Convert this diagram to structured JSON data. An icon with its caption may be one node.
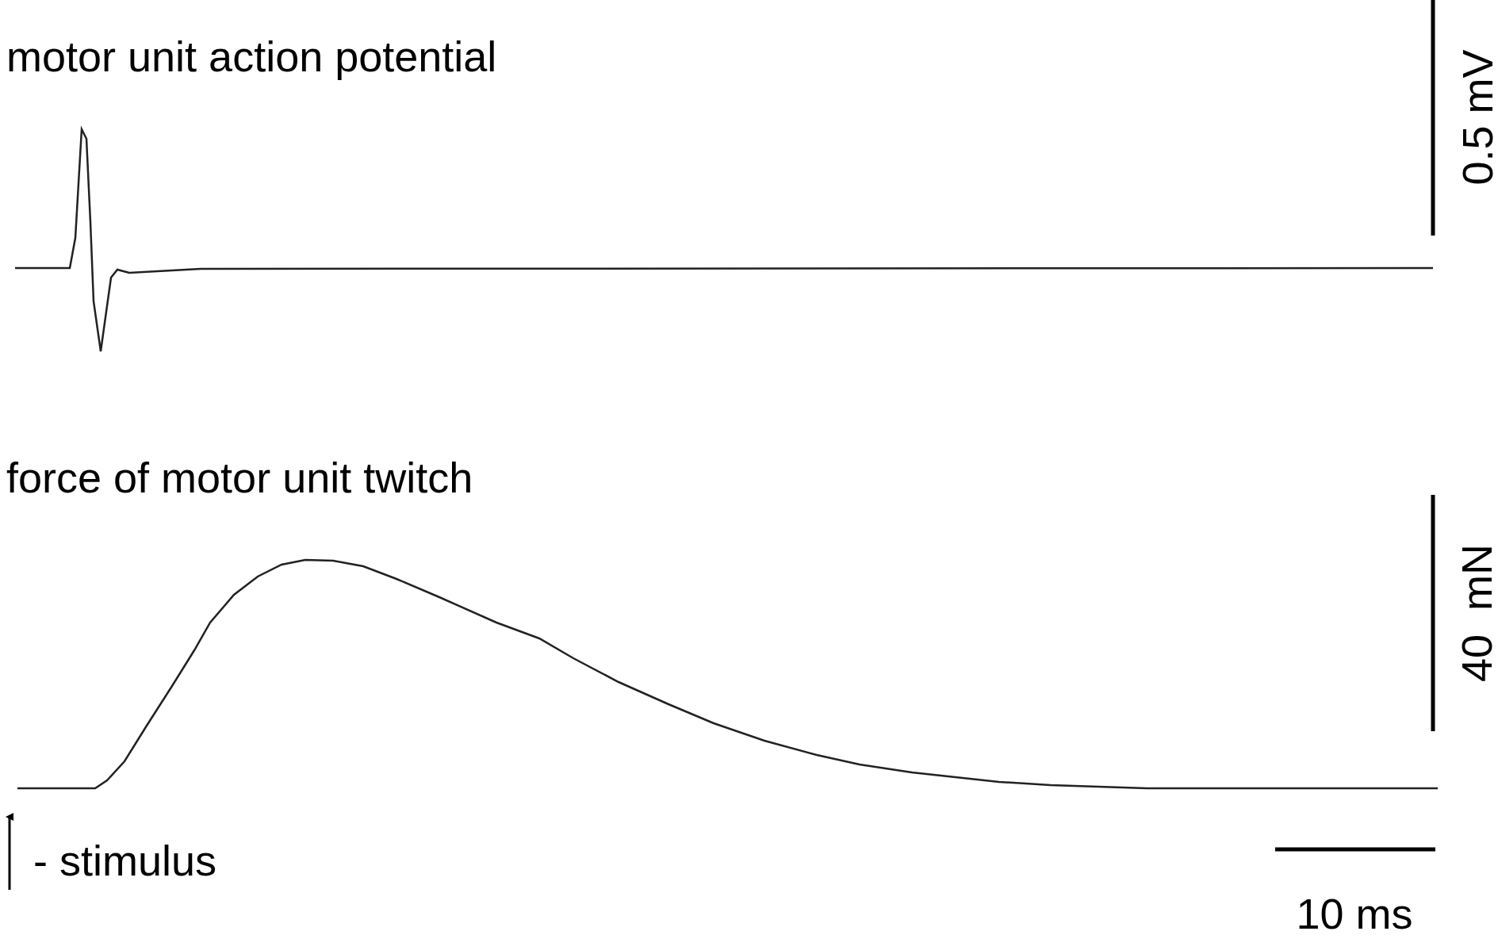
{
  "diagram": {
    "labels": [
      "motor unit action potential",
      "0.5 mV",
      "force of motor unit twitch",
      "40  mN",
      "- stimulus",
      "10 ms"
    ]
  }
}
